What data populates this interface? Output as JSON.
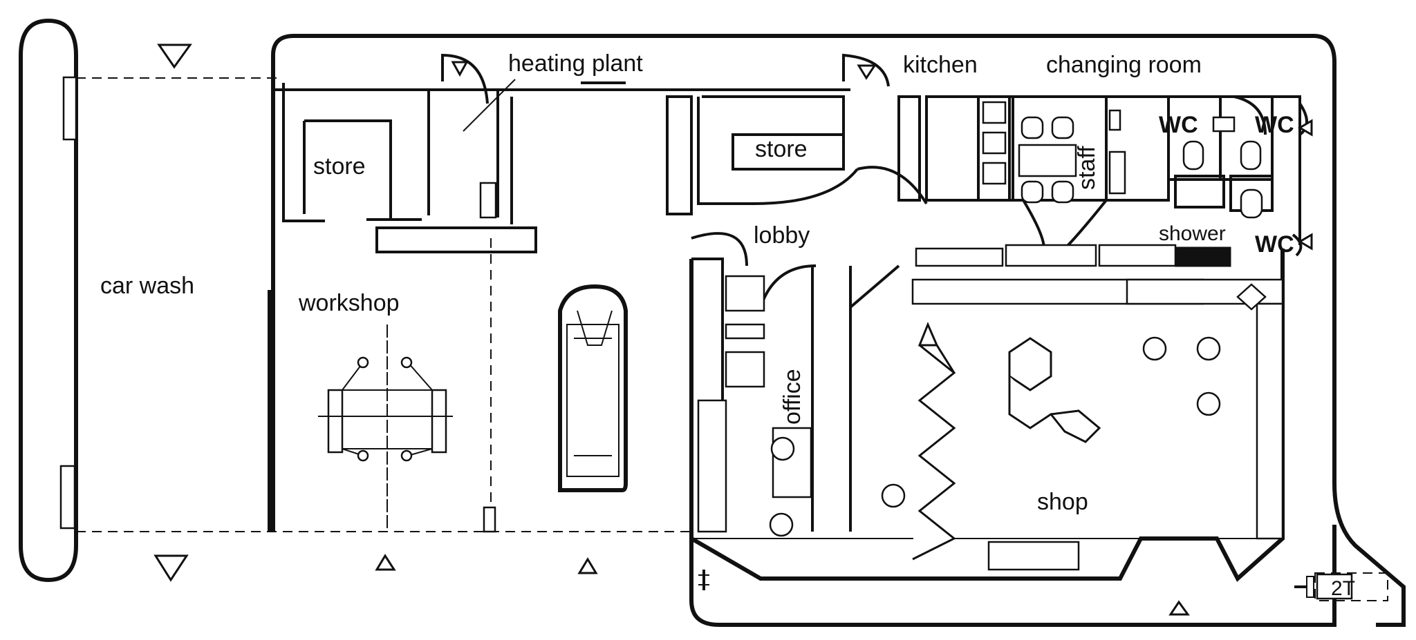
{
  "plan": {
    "labels": {
      "heating_plant": "heating plant",
      "kitchen": "kitchen",
      "changing_room": "changing room",
      "store_left": "store",
      "store_right": "store",
      "staff": "staff",
      "wc_1": "WC",
      "wc_2": "WC",
      "wc_3": "WC",
      "shower": "shower",
      "lobby": "lobby",
      "car_wash": "car wash",
      "workshop": "workshop",
      "office": "office",
      "shop": "shop",
      "tank": "2T"
    }
  }
}
